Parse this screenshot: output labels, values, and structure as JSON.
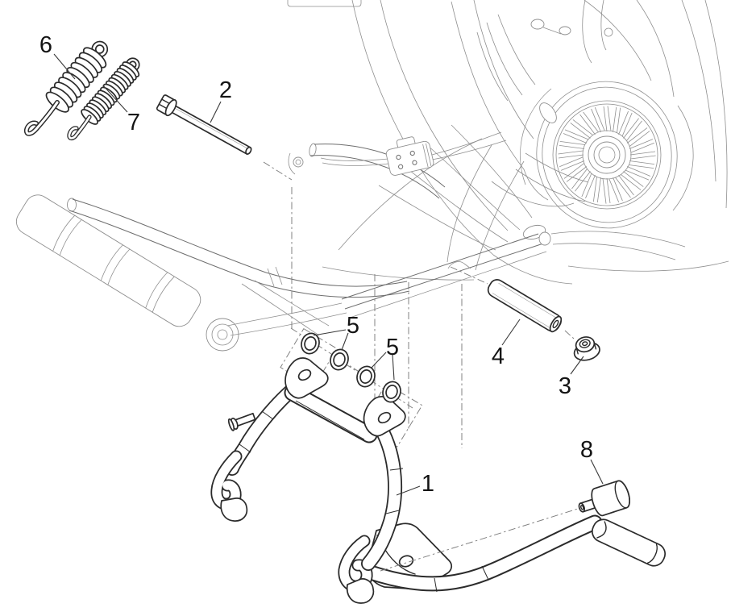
{
  "figure": {
    "background_color": "#ffffff",
    "part_line_color": "#2b2b2b",
    "body_line_color": "#8f8f8f",
    "phantom_line_color": "#7d7d7d",
    "label_color": "#141414"
  },
  "callouts": {
    "center_stand": {
      "label": "1"
    },
    "pivot_bolt": {
      "label": "2"
    },
    "nut": {
      "label": "3"
    },
    "pivot_pin": {
      "label": "4"
    },
    "washers_front_pair": {
      "label": "5"
    },
    "washers_rear_pair": {
      "label": "5"
    },
    "spring_outer": {
      "label": "6"
    },
    "spring_inner": {
      "label": "7"
    },
    "roller": {
      "label": "8"
    }
  }
}
